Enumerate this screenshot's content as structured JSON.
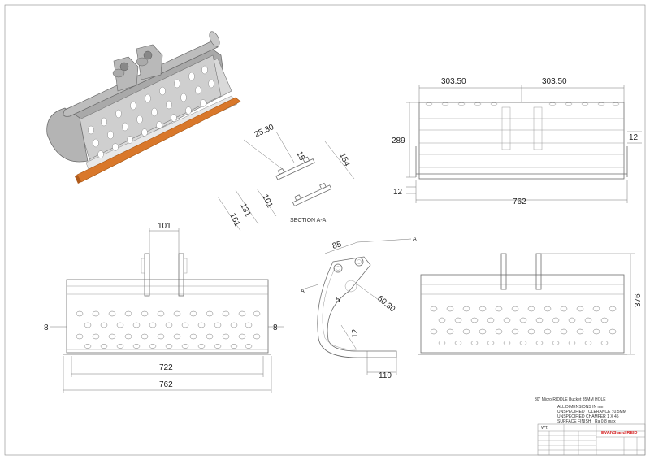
{
  "dimensions": {
    "top_left_width": "303.50",
    "top_right_width": "303.50",
    "top_height": "289",
    "top_right_12": "12",
    "top_left_12": "12",
    "top_overall": "762",
    "section_25": "25.30",
    "section_15": "15",
    "section_154": "154",
    "section_101": "101",
    "section_131": "131",
    "section_161": "161",
    "front_101": "101",
    "front_left_8": "8",
    "front_right_8": "8",
    "front_722": "722",
    "front_762": "762",
    "side_85": "85",
    "side_60": "60.30",
    "side_5": "5",
    "side_12": "12",
    "side_110": "110",
    "right_376": "376",
    "a_top": "A",
    "a_left": "A"
  },
  "section_label": "SECTION A-A",
  "title_block": {
    "title": "30\" Micro RIDDLE Bucket 35MM HOLE",
    "note1": "ALL DIMENSIONS IN mm",
    "note2": "UNSPECIFIED TOLERANCE : 0.5MM",
    "note3": "UNSPECIFIED CHAMFER 1 X 45",
    "note4": "SURFACE FINISH",
    "note4_value": "Ra 0.8 max",
    "wt": "WT:",
    "company": "EVANS and REID"
  },
  "colors": {
    "bucket_body": "#b9b9b9",
    "bucket_inner": "#d8d8d8",
    "cutting_edge": "#d9782b",
    "company_red": "#d62020"
  }
}
